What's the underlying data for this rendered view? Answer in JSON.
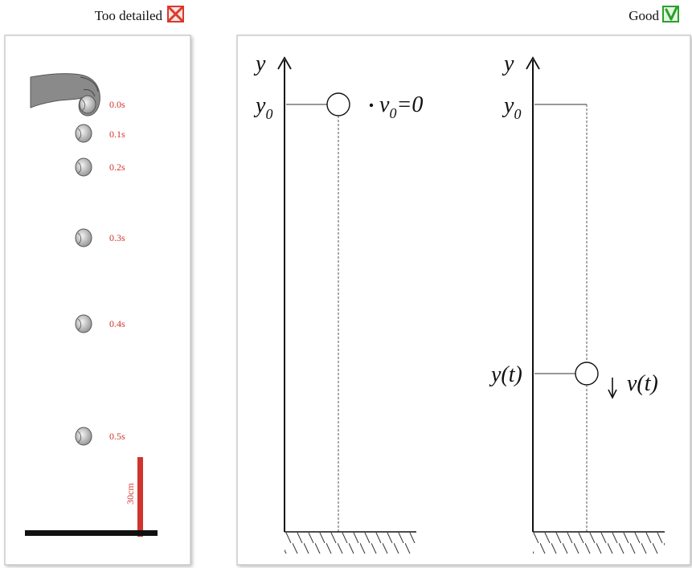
{
  "header": {
    "left_label": "Too detailed",
    "right_label": "Good",
    "left_icon": "red-cross-checkbox-icon",
    "right_icon": "green-check-checkbox-icon",
    "cross_color": "#d83a2e",
    "check_color": "#2aa02a"
  },
  "left_panel": {
    "icon": "hand-dropping-ball-icon",
    "ball_labels": [
      "0.0s",
      "0.1s",
      "0.2s",
      "0.3s",
      "0.4s",
      "0.5s"
    ],
    "scale_label": "30cm",
    "accent_color": "#d0342c"
  },
  "middle_diagram": {
    "axis_label": "y",
    "y0_main": "y",
    "y0_sub": "0",
    "velocity_main": "v",
    "velocity_sub": "0",
    "velocity_rest": "=0"
  },
  "right_diagram": {
    "axis_label": "y",
    "y0_main": "y",
    "y0_sub": "0",
    "position_label": "y(t)",
    "velocity_label": "v(t)"
  }
}
